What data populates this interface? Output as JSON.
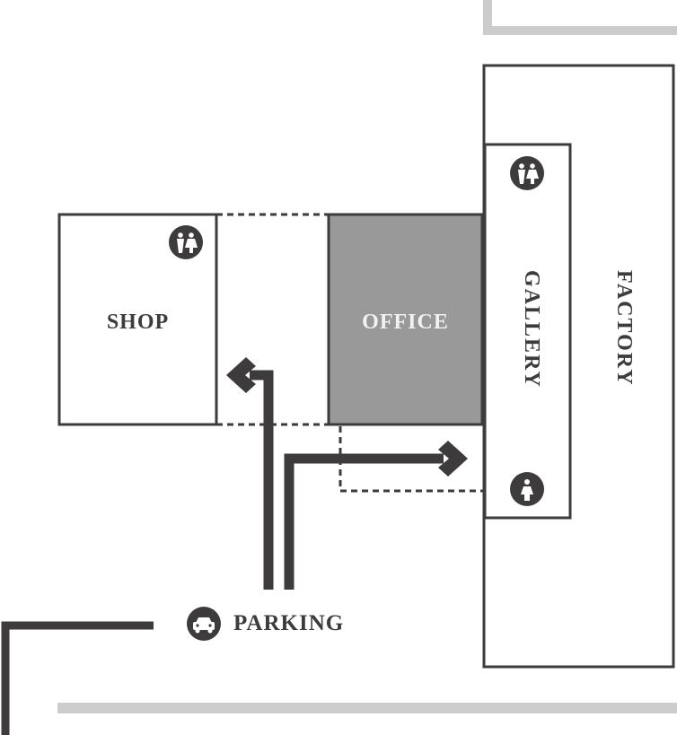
{
  "labels": {
    "shop": "SHOP",
    "office": "OFFICE",
    "gallery": "GALLERY",
    "factory": "FACTORY",
    "parking": "PARKING"
  },
  "icons": {
    "shop_restroom": "restroom-icon",
    "gallery_restroom": "restroom-icon",
    "gallery_info": "person-icon",
    "parking": "car-icon"
  },
  "colors": {
    "outline": "#3d3b3b",
    "office_fill": "#999999",
    "office_text": "#f2f2f2",
    "road": "#cccccc",
    "text": "#3d3b3b"
  }
}
